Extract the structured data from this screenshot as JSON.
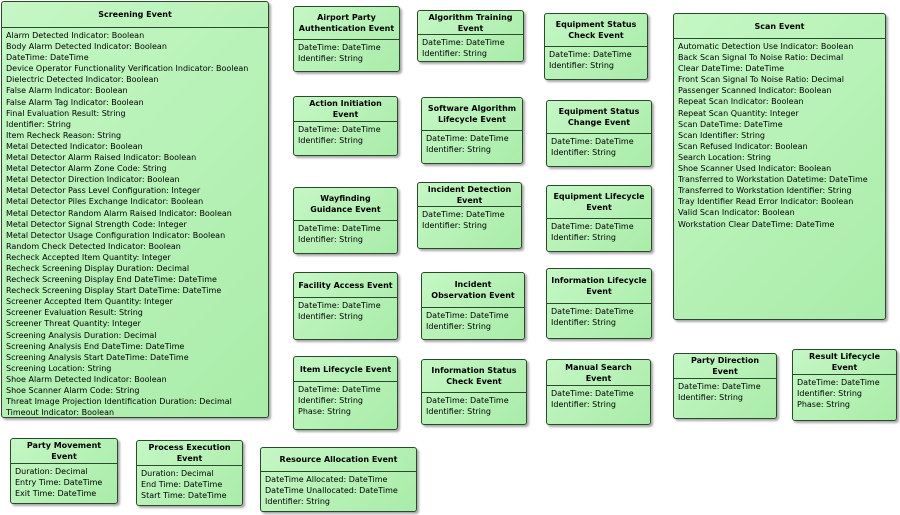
{
  "classes": [
    {
      "id": "screening-event",
      "name": "Screening Event",
      "attributes": [
        "Alarm Detected Indicator: Boolean",
        "Body Alarm Detected Indicator: Boolean",
        "DateTime: DateTime",
        "Device Operator Functionality Verification Indicator: Boolean",
        "Dielectric Detected Indicator: Boolean",
        "False Alarm Indicator: Boolean",
        "False Alarm Tag Indicator: Boolean",
        "Final Evaluation Result: String",
        "Identifier: String",
        "Item Recheck Reason: String",
        "Metal Detected Indicator: Boolean",
        "Metal Detector Alarm Raised Indicator: Boolean",
        "Metal Detector Alarm Zone Code: String",
        "Metal Detector Direction Indicator: Boolean",
        "Metal Detector Pass Level Configuration: Integer",
        "Metal Detector Piles Exchange Indicator: Boolean",
        "Metal Detector Random Alarm Raised Indicator: Boolean",
        "Metal Detector Signal Strength Code: Integer",
        "Metal Detector Usage Configuration Indicator: Boolean",
        "Random Check Detected Indicator: Boolean",
        "Recheck Accepted Item Quantity: Integer",
        "Recheck Screening Display Duration: Decimal",
        "Recheck Screening Display End DateTime: DateTime",
        "Recheck Screening Display Start DateTime: DateTime",
        "Screener Accepted Item Quantity: Integer",
        "Screener Evaluation Result: String",
        "Screener Threat Quantity: Integer",
        "Screening Analysis Duration: Decimal",
        "Screening Analysis End DateTime: DateTime",
        "Screening Analysis Start DateTime: DateTime",
        "Screening Location: String",
        "Shoe Alarm Detected Indicator: Boolean",
        "Shoe Scanner Alarm Code: String",
        "Threat Image Projection Identification Duration: Decimal",
        "Timeout Indicator: Boolean"
      ]
    },
    {
      "id": "airport-party-authentication-event",
      "name": "Airport Party Authentication Event",
      "attributes": [
        "DateTime: DateTime",
        "Identifier: String"
      ]
    },
    {
      "id": "algorithm-training-event",
      "name": "Algorithm Training Event",
      "attributes": [
        "DateTime: DateTime",
        "Identifier: String"
      ]
    },
    {
      "id": "equipment-status-check-event",
      "name": "Equipment Status Check Event",
      "attributes": [
        "DateTime: DateTime",
        "Identifier: String"
      ]
    },
    {
      "id": "scan-event",
      "name": "Scan Event",
      "attributes": [
        "Automatic Detection Use Indicator: Boolean",
        "Back Scan Signal To Noise Ratio: Decimal",
        "Clear DateTime: DateTime",
        "Front Scan Signal To Noise Ratio: Decimal",
        "Passenger Scanned Indicator: Boolean",
        "Repeat Scan Indicator: Boolean",
        "Repeat Scan Quantity: Integer",
        "Scan DateTime: DateTime",
        "Scan Identifier: String",
        "Scan Refused Indicator: Boolean",
        "Search Location: String",
        "Shoe Scanner Used Indicator: Boolean",
        "Transferred to Workstation Datetime: DateTime",
        "Transferred to Workstation Identifier: String",
        "Tray Identifier Read Error Indicator: Boolean",
        "Valid Scan Indicator: Boolean",
        "Workstation Clear DateTime: DateTime"
      ]
    },
    {
      "id": "action-initiation-event",
      "name": "Action Initiation Event",
      "attributes": [
        "DateTime: DateTime",
        "Identifier: String"
      ]
    },
    {
      "id": "software-algorithm-lifecycle-event",
      "name": "Software Algorithm Lifecycle Event",
      "attributes": [
        "DateTime: DateTime",
        "Identifier: String"
      ]
    },
    {
      "id": "equipment-status-change-event",
      "name": "Equipment Status Change Event",
      "attributes": [
        "DateTime: DateTime",
        "Identifier: String"
      ]
    },
    {
      "id": "wayfinding-guidance-event",
      "name": "Wayfinding Guidance Event",
      "attributes": [
        "DateTime: DateTime",
        "Identifier: String"
      ]
    },
    {
      "id": "incident-detection-event",
      "name": "Incident Detection Event",
      "attributes": [
        "DateTime: DateTime",
        "Identifier: String"
      ]
    },
    {
      "id": "equipment-lifecycle-event",
      "name": "Equipment Lifecycle Event",
      "attributes": [
        "DateTime: DateTime",
        "Identifier: String"
      ]
    },
    {
      "id": "facility-access-event",
      "name": "Facility Access Event",
      "attributes": [
        "DateTime: DateTime",
        "Identifier: String"
      ]
    },
    {
      "id": "incident-observation-event",
      "name": "Incident Observation Event",
      "attributes": [
        "DateTime: DateTime",
        "Identifier: String"
      ]
    },
    {
      "id": "information-lifecycle-event",
      "name": "Information Lifecycle Event",
      "attributes": [
        "DateTime: DateTime",
        "Identifier: String"
      ]
    },
    {
      "id": "item-lifecycle-event",
      "name": "Item Lifecycle Event",
      "attributes": [
        "DateTime: DateTime",
        "Identifier: String",
        "Phase: String"
      ]
    },
    {
      "id": "information-status-check-event",
      "name": "Information Status Check Event",
      "attributes": [
        "DateTime: DateTime",
        "Identifier: String"
      ]
    },
    {
      "id": "manual-search-event",
      "name": "Manual Search Event",
      "attributes": [
        "DateTime: DateTime",
        "Identifier: String"
      ]
    },
    {
      "id": "party-direction-event",
      "name": "Party Direction Event",
      "attributes": [
        "DateTime: DateTime",
        "Identifier: String"
      ]
    },
    {
      "id": "result-lifecycle-event",
      "name": "Result Lifecycle Event",
      "attributes": [
        "DateTime: DateTime",
        "Identifier: String",
        "Phase: String"
      ]
    },
    {
      "id": "party-movement-event",
      "name": "Party Movement Event",
      "attributes": [
        "Duration: Decimal",
        "Entry Time: DateTime",
        "Exit Time: DateTime"
      ]
    },
    {
      "id": "process-execution-event",
      "name": "Process Execution Event",
      "attributes": [
        "Duration: Decimal",
        "End Time: DateTime",
        "Start Time: DateTime"
      ]
    },
    {
      "id": "resource-allocation-event",
      "name": "Resource Allocation Event",
      "attributes": [
        "DateTime Allocated: DateTime",
        "DateTime Unallocated: DateTime",
        "Identifier: String"
      ]
    }
  ]
}
